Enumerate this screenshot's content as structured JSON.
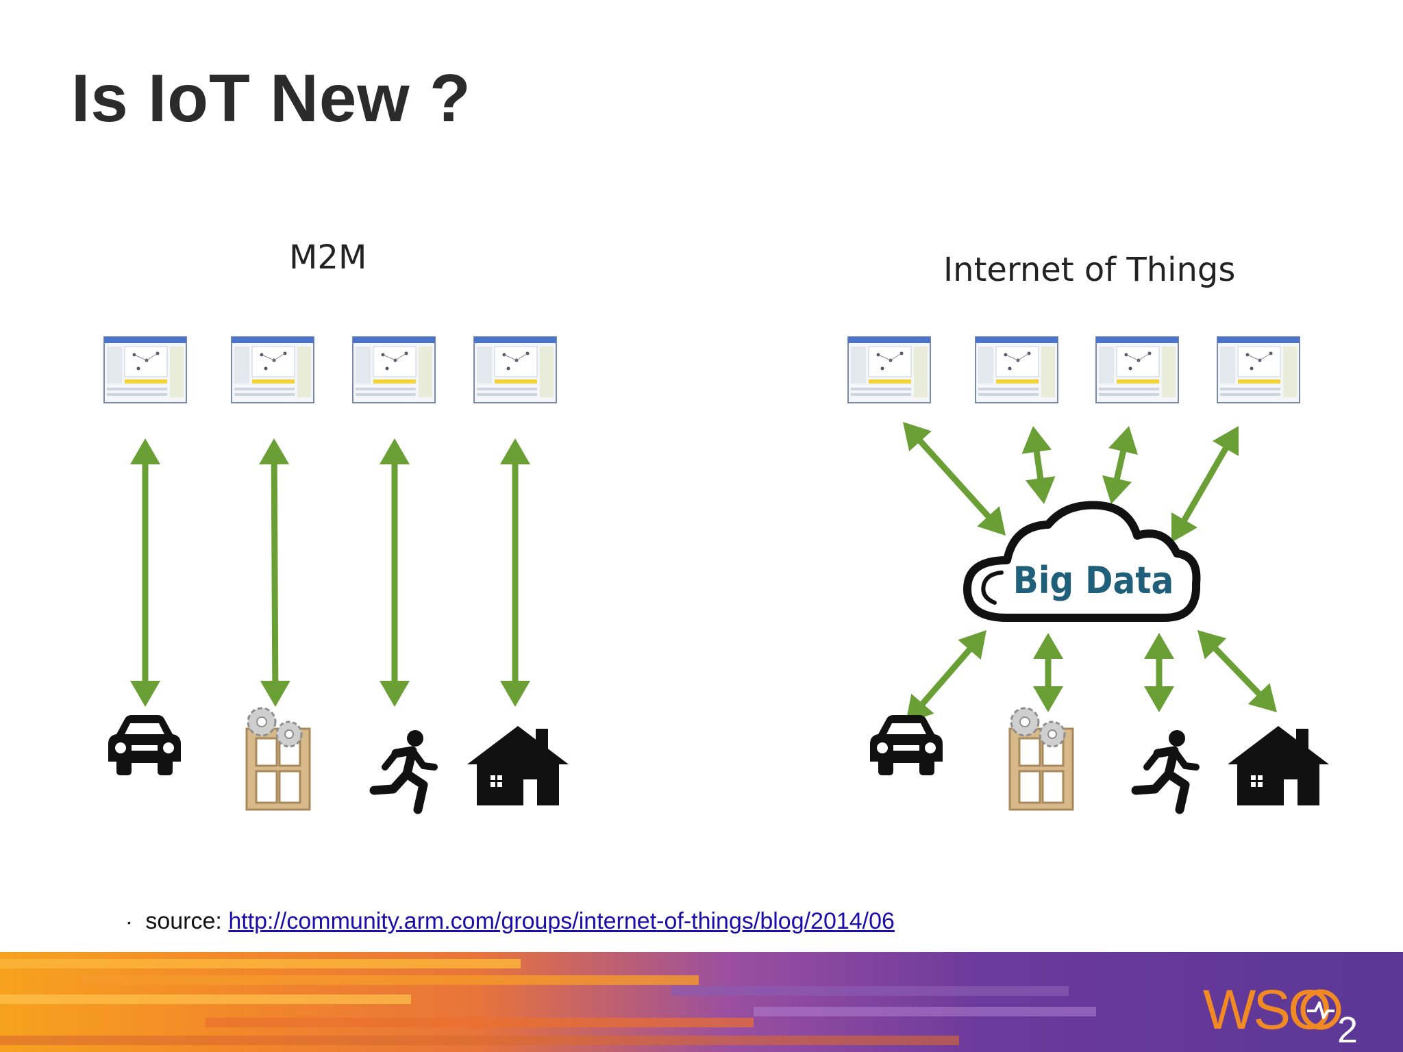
{
  "slide": {
    "title": "Is IoT New ?"
  },
  "diagram": {
    "m2m_label": "M2M",
    "iot_label": "Internet of Things",
    "cloud_label": "Big Data",
    "colors": {
      "arrow": "#6a9f35",
      "icon": "#111111",
      "door": "#d8b98a"
    },
    "devices": [
      "car-icon",
      "factory-door-icon",
      "runner-icon",
      "house-icon"
    ]
  },
  "source": {
    "prefix": "source:",
    "link_text": "http://community.arm.com/groups/internet-of-things/blog/2014/06"
  },
  "footer": {
    "logo_text": "WSO",
    "logo_sub": "2",
    "colors": {
      "orange": "#f2862b",
      "purple": "#6c3a9c"
    }
  }
}
